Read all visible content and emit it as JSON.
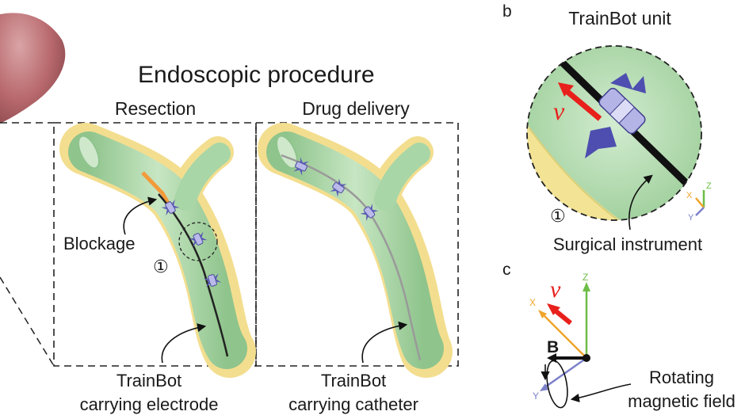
{
  "procedure_title": "Endoscopic procedure",
  "panels": {
    "resection": {
      "heading": "Resection",
      "blockage_label": "Blockage",
      "marker": "①",
      "caption_line1": "TrainBot",
      "caption_line2": "carrying electrode"
    },
    "drug_delivery": {
      "heading": "Drug delivery",
      "caption_line1": "TrainBot",
      "caption_line2": "carrying catheter"
    }
  },
  "panel_b": {
    "letter": "b",
    "title": "TrainBot unit",
    "velocity_symbol": "v",
    "marker": "①",
    "instrument_label": "Surgical instrument",
    "axes": {
      "x": "X",
      "y": "Y",
      "z": "Z"
    }
  },
  "panel_c": {
    "letter": "c",
    "velocity_symbol": "v",
    "field_symbol": "B",
    "field_caption_line1": "Rotating",
    "field_caption_line2": "magnetic field",
    "axes": {
      "x": "X",
      "y": "Y",
      "z": "Z"
    }
  },
  "colors": {
    "duct_fill": "#b5ddb2",
    "duct_edge": "#f3de8f",
    "velocity_arrow": "#e8201c",
    "x_axis": "#f0a42c",
    "y_axis": "#7b80c9",
    "z_axis": "#6dbd47",
    "organ": "#b8696d"
  }
}
